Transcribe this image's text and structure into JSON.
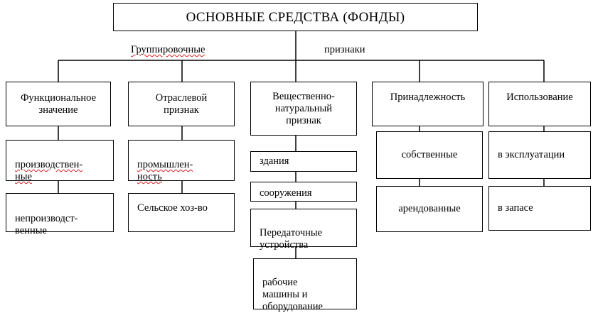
{
  "title": "ОСНОВНЫЕ СРЕДСТВА (ФОНДЫ)",
  "group_label_left": "Группировочные",
  "group_label_right": "признаки",
  "categories": [
    {
      "label": "Функциональное\nзначение",
      "items": [
        "производствен-\nные",
        "непроизводст-\nвенные"
      ]
    },
    {
      "label": "Отраслевой\nпризнак",
      "items": [
        "промышлен-\nность",
        "Сельское хоз-во"
      ]
    },
    {
      "label": "Вещественно-\nнатуральный\nпризнак",
      "items": [
        "здания",
        "сооружения",
        "Передаточные\nустройства",
        "рабочие\nмашины и\nоборудование"
      ]
    },
    {
      "label": "Принадлежность",
      "items": [
        "собственные",
        "арендованные"
      ]
    },
    {
      "label": "Использование",
      "items": [
        "в эксплуатации",
        "в запасе"
      ]
    }
  ],
  "colors": {
    "line": "#000000",
    "spellcheck_underline": "#dd2222",
    "background": "#ffffff"
  }
}
